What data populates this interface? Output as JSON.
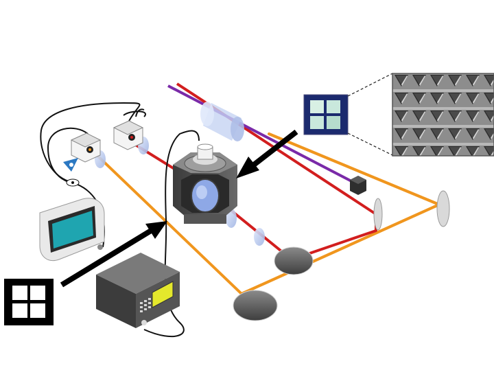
{
  "colors": {
    "background": "#ffffff",
    "beam_orange": "#f0961e",
    "beam_red": "#d21e1e",
    "beam_purple": "#7a2aa8",
    "cable": "#111111",
    "arrow": "#000000",
    "device_dark": "#4a4a4a",
    "device_mid": "#707070",
    "lens_blue": "#b8c8ec",
    "screen_cyan": "#1fa5b0",
    "screen_yellow": "#e4e82c",
    "sample_blue": "#1b2a6e",
    "sem_gray": "#8f8f8f"
  },
  "components": [
    {
      "name": "detector-left",
      "icon": "square-detector-icon"
    },
    {
      "name": "detector-right",
      "icon": "square-detector-icon"
    },
    {
      "name": "photodiode",
      "icon": "triangle-photodiode-icon"
    },
    {
      "name": "power-meter",
      "icon": "monitor-icon"
    },
    {
      "name": "function-generator",
      "icon": "keypad-generator-icon"
    },
    {
      "name": "cryostat-chamber",
      "icon": "octagon-chamber-icon"
    },
    {
      "name": "cylindrical-lens",
      "icon": "cylinder-lens-icon"
    },
    {
      "name": "beam-dump",
      "icon": "cube-icon"
    },
    {
      "name": "sample-chip",
      "icon": "quad-chip-icon"
    },
    {
      "name": "sem-inset",
      "icon": "triangle-array-icon"
    },
    {
      "name": "mirror-bottom",
      "icon": "disc-mirror-icon"
    },
    {
      "name": "mirror-middle",
      "icon": "disc-mirror-icon"
    },
    {
      "name": "mirror-far-right",
      "icon": "disc-mirror-icon"
    },
    {
      "name": "mirror-right",
      "icon": "disc-mirror-icon"
    },
    {
      "name": "quad-window-symbol",
      "icon": "four-pane-window-icon"
    }
  ]
}
